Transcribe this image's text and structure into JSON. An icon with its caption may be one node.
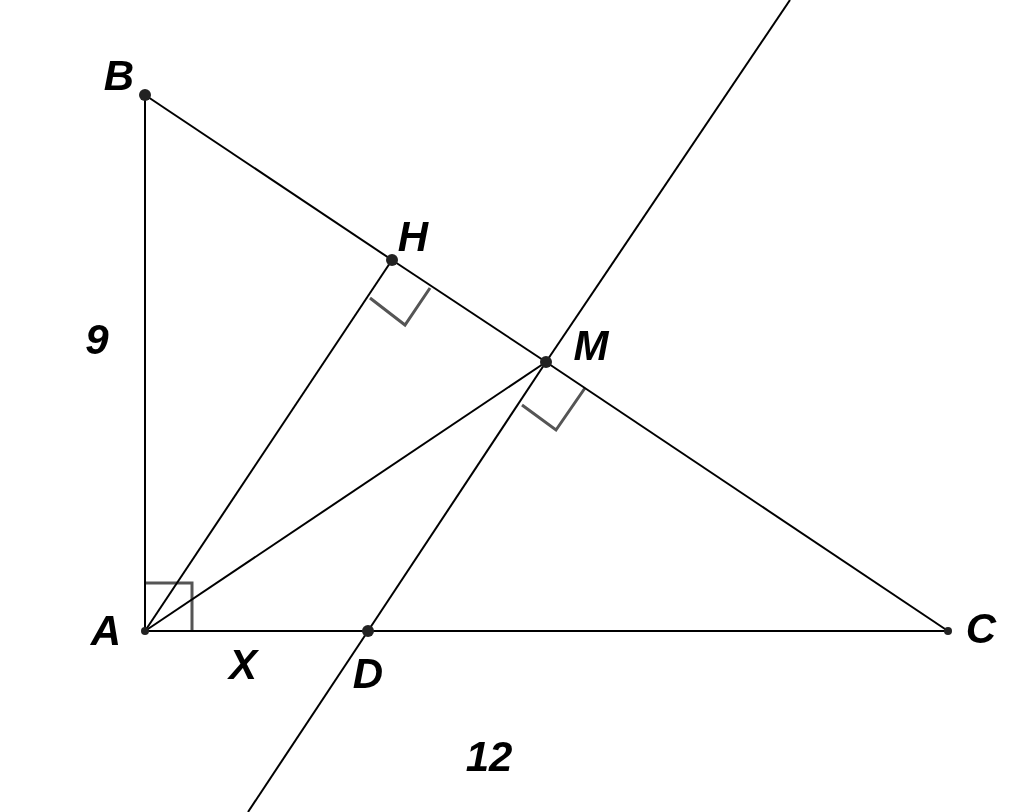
{
  "diagram": {
    "nodes": [
      {
        "text": [
          "B"
        ]
      },
      {
        "text": [
          "H"
        ]
      },
      {
        "text": [
          "M"
        ]
      },
      {
        "text": [
          "A"
        ]
      },
      {
        "text": [
          "C"
        ]
      },
      {
        "text": [
          "D"
        ]
      }
    ],
    "edges": [
      {
        "from": 3,
        "to": 0,
        "arrow": "none"
      },
      {
        "from": 0,
        "to": 1,
        "arrow": "none"
      },
      {
        "from": 1,
        "to": 2,
        "arrow": "none"
      },
      {
        "from": 2,
        "to": 4,
        "arrow": "none"
      },
      {
        "from": 3,
        "to": 5,
        "arrow": "none"
      },
      {
        "from": 5,
        "to": 4,
        "arrow": "none"
      },
      {
        "from": 3,
        "to": 1,
        "arrow": "none"
      },
      {
        "from": 3,
        "to": 2,
        "arrow": "none"
      },
      {
        "from": 5,
        "to": 2,
        "arrow": "none"
      },
      {
        "from": 2,
        "to": null,
        "arrow": "none"
      },
      {
        "from": 5,
        "to": null,
        "arrow": "none"
      }
    ],
    "labels": [
      "9",
      "X",
      "12"
    ]
  }
}
